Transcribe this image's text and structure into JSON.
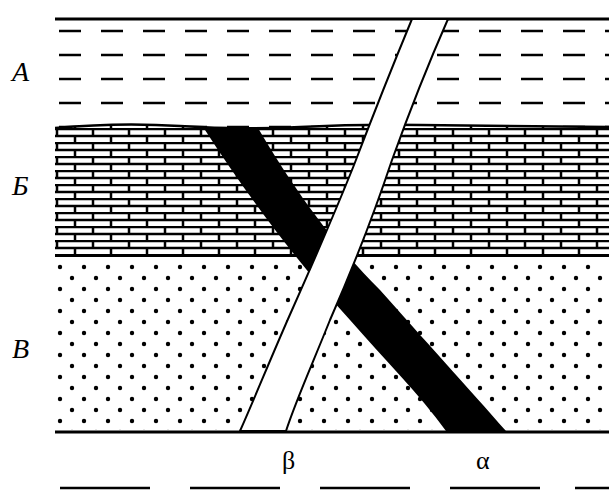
{
  "diagram": {
    "labels": [
      "А",
      "Б",
      "В",
      "β",
      "α"
    ]
  }
}
